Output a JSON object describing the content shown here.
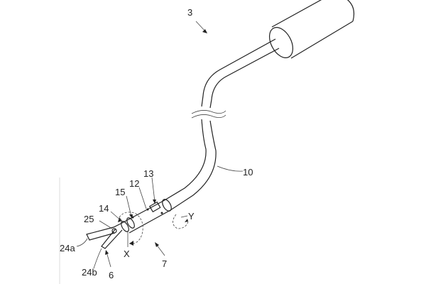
{
  "figure": {
    "labels": {
      "device": "3",
      "shaft": "10",
      "joint_a": "13",
      "joint_body": "12",
      "joint_b": "15",
      "ring": "14",
      "pin": "25",
      "jaw_a": "24a",
      "jaw_b": "24b",
      "end_effector": "6",
      "axis_x": "X",
      "axis_y": "Y",
      "bending_section": "7"
    },
    "line_color": "#222222"
  }
}
